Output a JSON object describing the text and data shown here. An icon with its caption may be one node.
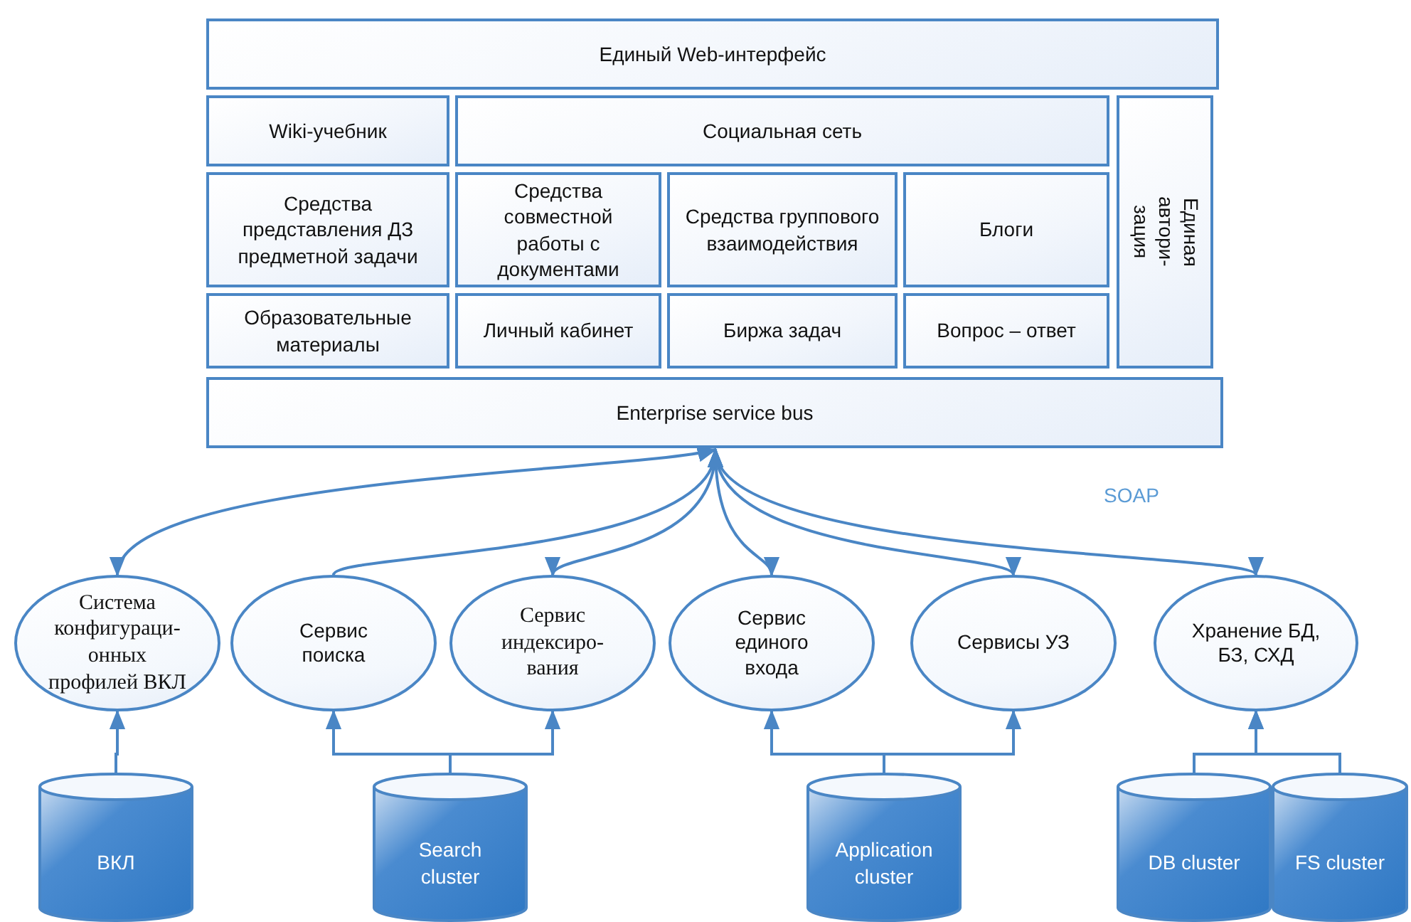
{
  "diagram": {
    "nodes": [
      {
        "text": [
          "Единый Web-интерфейс"
        ]
      },
      {
        "text": [
          "Wiki-учебник"
        ]
      },
      {
        "text": [
          "Социальная сеть"
        ]
      },
      {
        "text": [
          "Единая автори- зация"
        ]
      },
      {
        "text": [
          "Средства представления ДЗ предметной задачи"
        ]
      },
      {
        "text": [
          "Средства совместной работы с документами"
        ]
      },
      {
        "text": [
          "Средства группового взаимодействия"
        ]
      },
      {
        "text": [
          "Блоги"
        ]
      },
      {
        "text": [
          "Образовательные материалы"
        ]
      },
      {
        "text": [
          "Личный кабинет"
        ]
      },
      {
        "text": [
          "Биржа задач"
        ]
      },
      {
        "text": [
          "Вопрос – ответ"
        ]
      },
      {
        "text": [
          "Enterprise service bus"
        ]
      },
      {
        "text": [
          "Система конфигураци- онных профилей ВКЛ"
        ]
      },
      {
        "text": [
          "Сервис поиска"
        ]
      },
      {
        "text": [
          "Сервис индексиро- вания"
        ]
      },
      {
        "text": [
          "Сервис единого входа"
        ]
      },
      {
        "text": [
          "Сервисы УЗ"
        ]
      },
      {
        "text": [
          "Хранение БД, БЗ, СХД"
        ]
      },
      {
        "text": [
          "ВКЛ"
        ]
      },
      {
        "text": [
          "Search cluster"
        ]
      },
      {
        "text": [
          "Application cluster"
        ]
      },
      {
        "text": [
          "DB cluster"
        ]
      },
      {
        "text": [
          "FS cluster"
        ]
      }
    ],
    "edges": [
      {
        "from": 12,
        "to": 13,
        "arrow": "both"
      },
      {
        "from": 14,
        "to": 12,
        "arrow": "to"
      },
      {
        "from": 12,
        "to": 15,
        "arrow": "both"
      },
      {
        "from": 12,
        "to": 16,
        "arrow": "both"
      },
      {
        "from": 12,
        "to": 17,
        "arrow": "both"
      },
      {
        "from": 12,
        "to": 18,
        "arrow": "both"
      },
      {
        "from": 19,
        "to": 13,
        "arrow": "to"
      },
      {
        "from": 20,
        "to": 14,
        "arrow": "to"
      },
      {
        "from": 20,
        "to": 15,
        "arrow": "to"
      },
      {
        "from": 21,
        "to": 16,
        "arrow": "to"
      },
      {
        "from": 21,
        "to": 17,
        "arrow": "to"
      },
      {
        "from": 22,
        "to": 18,
        "arrow": "to"
      },
      {
        "from": 23,
        "to": 18,
        "arrow": "to"
      }
    ],
    "labels": [
      "SOAP"
    ]
  }
}
